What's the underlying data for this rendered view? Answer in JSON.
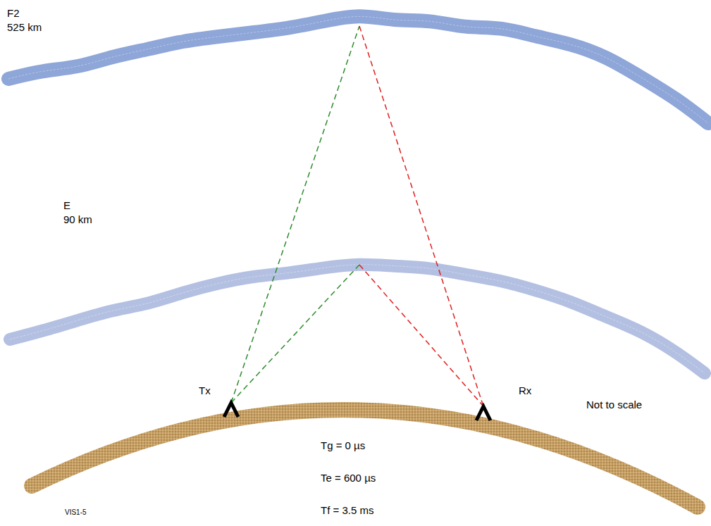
{
  "diagram": {
    "labels": [
      "F2",
      "525 km",
      "E",
      "90 km",
      "Tx",
      "Rx",
      "Not to scale",
      "Tg = 0 µs",
      "Te = 600 µs",
      "Tf = 3.5 ms",
      "VIS1-5"
    ]
  }
}
